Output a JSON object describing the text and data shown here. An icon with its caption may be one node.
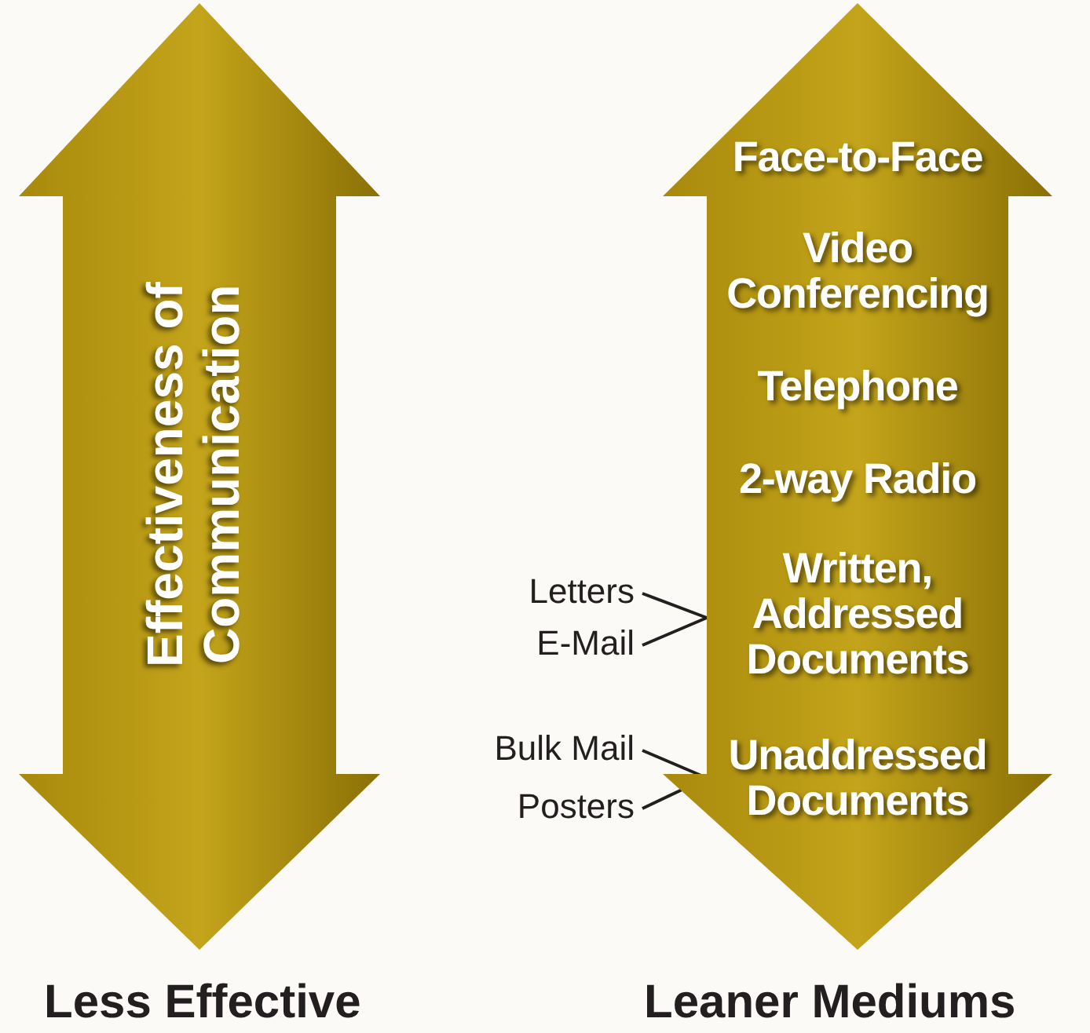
{
  "diagram": {
    "nodes": [
      {
        "text": [
          "Effectiveness of Communication"
        ]
      },
      {
        "text": [],
        "shape": "arrow"
      },
      {
        "text": [
          "Face-to-Face"
        ],
        "in": 1
      },
      {
        "text": [
          "Video Conferencing"
        ],
        "in": 1
      },
      {
        "text": [
          "Telephone"
        ],
        "in": 1
      },
      {
        "text": [
          "2-way Radio"
        ],
        "in": 1
      },
      {
        "text": [
          "Written, Addressed Documents"
        ],
        "in": 1
      },
      {
        "text": [
          "Unaddressed Documents"
        ],
        "in": 1
      },
      {
        "text": [
          "Letters"
        ]
      },
      {
        "text": [
          "E-Mail"
        ]
      },
      {
        "text": [
          "Bulk Mail"
        ]
      },
      {
        "text": [
          "Posters"
        ]
      }
    ],
    "edges": [
      {
        "from": 8,
        "to": 6,
        "arrow": "none"
      },
      {
        "from": 9,
        "to": 6,
        "arrow": "none"
      },
      {
        "from": 10,
        "to": 7,
        "arrow": "none"
      },
      {
        "from": 11,
        "to": 7,
        "arrow": "none"
      }
    ],
    "labels": [
      "Less Effective",
      "Leaner Mediums"
    ]
  }
}
